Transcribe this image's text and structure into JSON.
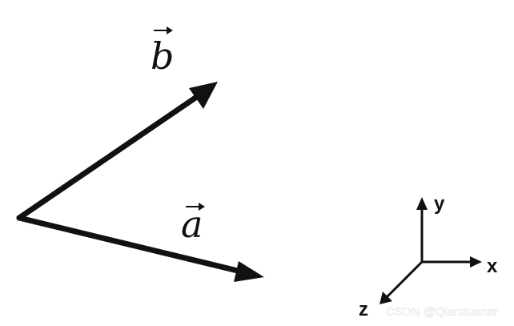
{
  "diagram": {
    "vectors": [
      {
        "id": "a",
        "label": "a"
      },
      {
        "id": "b",
        "label": "b"
      }
    ],
    "axes": {
      "x_label": "x",
      "y_label": "y",
      "z_label": "z"
    },
    "watermark": "CSDN @Qianxuaner",
    "colors": {
      "stroke": "#111111",
      "background": "#ffffff",
      "watermark": "#ffffff"
    }
  }
}
